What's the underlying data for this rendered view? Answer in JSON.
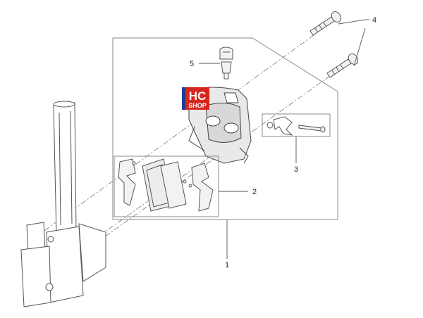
{
  "diagram": {
    "callouts": [
      {
        "id": "1",
        "label": "1"
      },
      {
        "id": "2",
        "label": "2"
      },
      {
        "id": "3",
        "label": "3"
      },
      {
        "id": "4",
        "label": "4"
      },
      {
        "id": "5",
        "label": "5"
      }
    ],
    "logo": {
      "text_top": "HC",
      "text_bottom": "SHOP",
      "colors": {
        "background": "#d7261e",
        "strip": "#1f3e94",
        "text": "#ffffff"
      }
    },
    "colors": {
      "line": "#555555",
      "part_fill": "#f2f2f2",
      "frame": "#8a8a8a"
    }
  }
}
